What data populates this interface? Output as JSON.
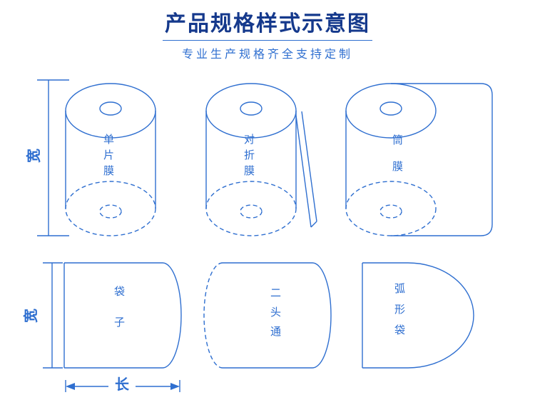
{
  "header": {
    "title": "产品规格样式示意图",
    "subtitle": "专业生产规格齐全支持定制"
  },
  "shapes": {
    "top_row": [
      {
        "label": "单片膜"
      },
      {
        "label": "对折膜"
      },
      {
        "label": "筒膜"
      }
    ],
    "bottom_row": [
      {
        "label": "袋子"
      },
      {
        "label": "二头通"
      },
      {
        "label": "弧形袋"
      }
    ]
  },
  "dimensions": {
    "width_top": "宽",
    "width_bottom": "宽",
    "length": "长"
  },
  "colors": {
    "line_blue": "#2f6fd0",
    "title_navy": "#15398c"
  }
}
